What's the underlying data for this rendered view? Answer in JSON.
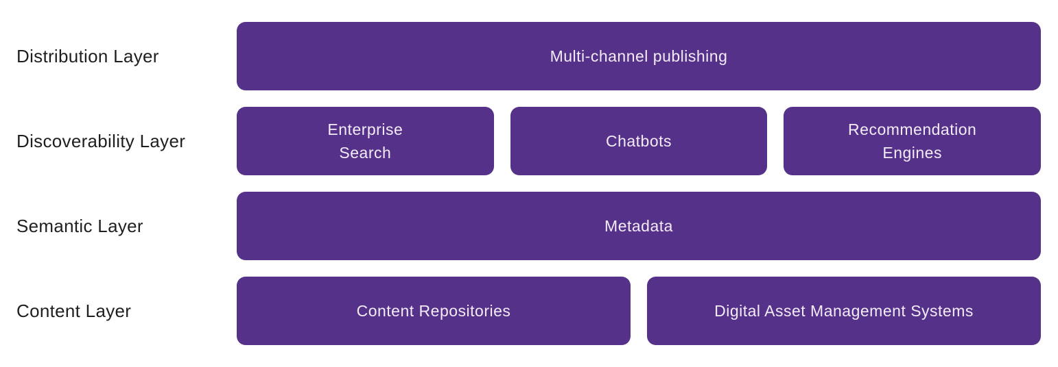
{
  "diagram": {
    "background_color": "#ffffff",
    "box_color": "#553189",
    "box_text_color": "#f2ecf7",
    "label_color": "#1f1f1f",
    "rows": [
      {
        "label": "Distribution Layer",
        "boxes": [
          {
            "text": "Multi-channel publishing"
          }
        ]
      },
      {
        "label": "Discoverability Layer",
        "boxes": [
          {
            "text": "Enterprise\nSearch"
          },
          {
            "text": "Chatbots"
          },
          {
            "text": "Recommendation\nEngines"
          }
        ]
      },
      {
        "label": "Semantic Layer",
        "boxes": [
          {
            "text": "Metadata"
          }
        ]
      },
      {
        "label": "Content Layer",
        "boxes": [
          {
            "text": "Content Repositories"
          },
          {
            "text": "Digital Asset Management Systems"
          }
        ]
      }
    ]
  }
}
